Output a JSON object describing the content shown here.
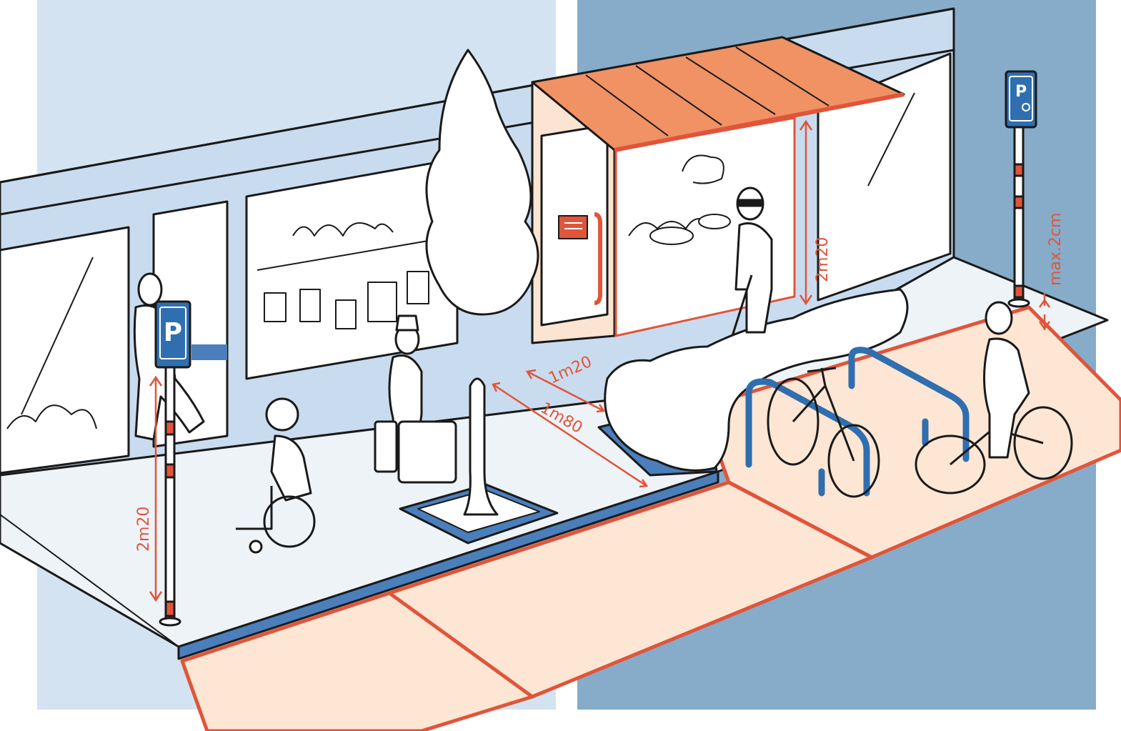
{
  "colors": {
    "panel_left": "#d4e3f2",
    "panel_right": "#86acc9",
    "building": "#c9dcef",
    "pavement": "#eef3f8",
    "curb": "#4b7fbb",
    "accent_orange": "#e0553a",
    "awning": "#f09264",
    "parking_zone": "#fde6d4",
    "line": "#1a1a1a",
    "sign_blue": "#2f6fb0"
  },
  "measurements": {
    "pole_height": "2m20",
    "obstacle_gap": "1m20",
    "sidewalk_width": "1m80",
    "awning_height": "2m20",
    "curb_max": "max.2cm"
  },
  "signs": {
    "parking_letter": "P",
    "disabled_letter": "P"
  },
  "icons": {
    "parking_sign": "parking-sign-icon",
    "disabled_parking_sign": "disabled-parking-sign-icon",
    "wheelchair": "wheelchair-icon"
  }
}
